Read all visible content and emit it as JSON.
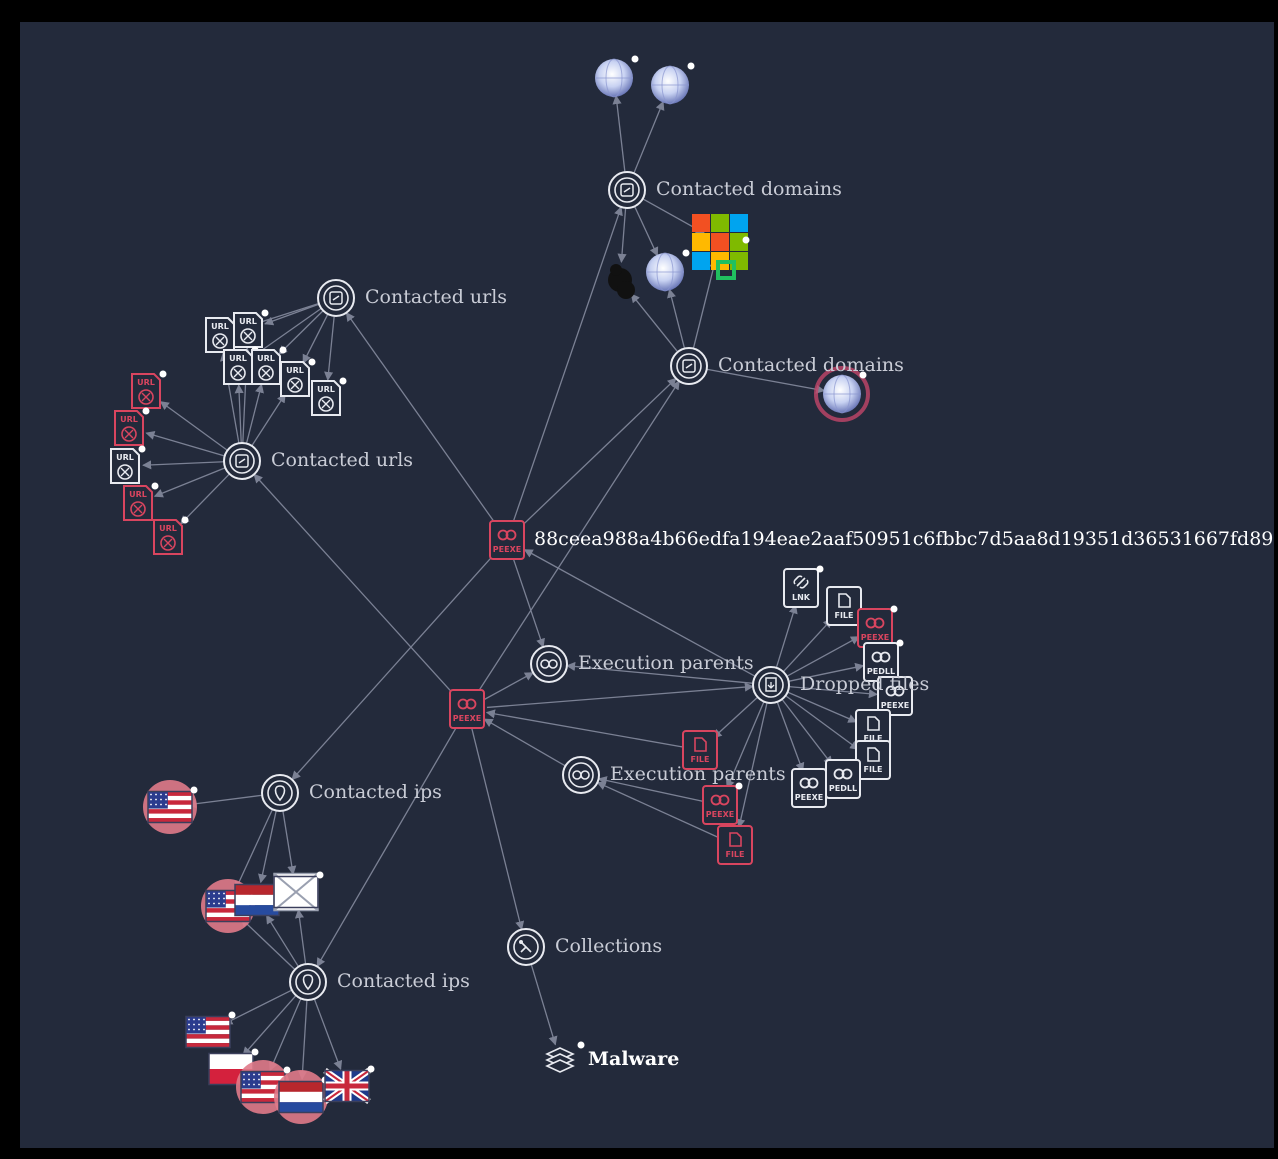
{
  "graph": {
    "root_hash": "88ceea988a4b66edfa194eae2aaf50951c6fbbc7d5aa8d19351d36531667fd89",
    "relationships": {
      "contacted_domains_1": "Contacted domains",
      "contacted_domains_2": "Contacted domains",
      "contacted_urls_1": "Contacted urls",
      "contacted_urls_2": "Contacted urls",
      "execution_parents_1": "Execution parents",
      "execution_parents_2": "Execution parents",
      "dropped_files": "Dropped files",
      "contacted_ips_1": "Contacted ips",
      "contacted_ips_2": "Contacted ips",
      "collections": "Collections"
    },
    "collection_item": "Malware",
    "badges": {
      "peexe": "PEEXE",
      "pedll": "PEDLL",
      "file": "FILE",
      "lnk": "LNK",
      "url": "URL"
    },
    "colors": {
      "background": "#232a3b",
      "edge": "#7b8194",
      "file_red": "#d9455f",
      "icon_white": "#e8eaf0"
    },
    "icons": [
      "relationship-icon",
      "globe-icon",
      "flag-us-icon",
      "flag-nl-icon",
      "flag-pl-icon",
      "flag-uk-icon",
      "envelope-icon",
      "collection-icon",
      "microsoft-logo-icon"
    ]
  }
}
